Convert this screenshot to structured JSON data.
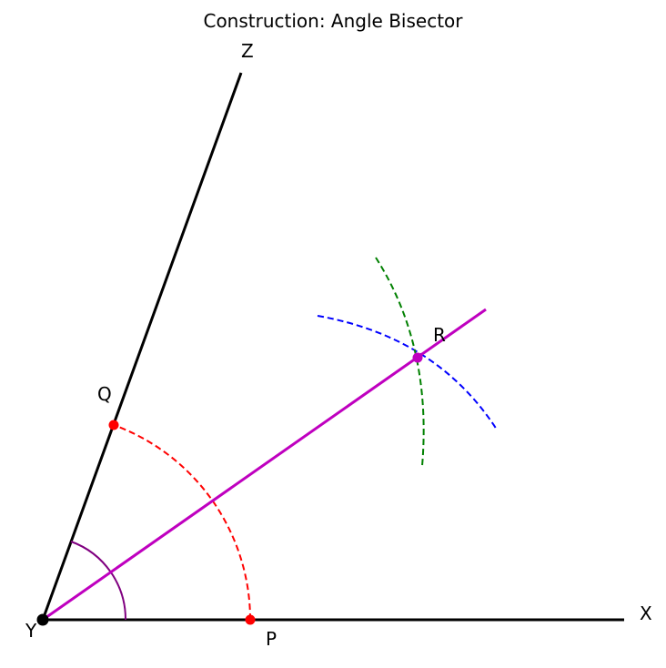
{
  "title": "Construction: Angle Bisector",
  "points": {
    "X": "X",
    "Y": "Y",
    "Z": "Z",
    "P": "P",
    "Q": "Q",
    "R": "R"
  },
  "colors": {
    "rays": "#000000",
    "vertex": "#000000",
    "first_arc": "#ff0000",
    "points_PQ": "#ff0000",
    "arc_from_P": "#0000ff",
    "arc_from_Q": "#008000",
    "bisector": "#bf00bf",
    "angle_mark": "#800080"
  }
}
